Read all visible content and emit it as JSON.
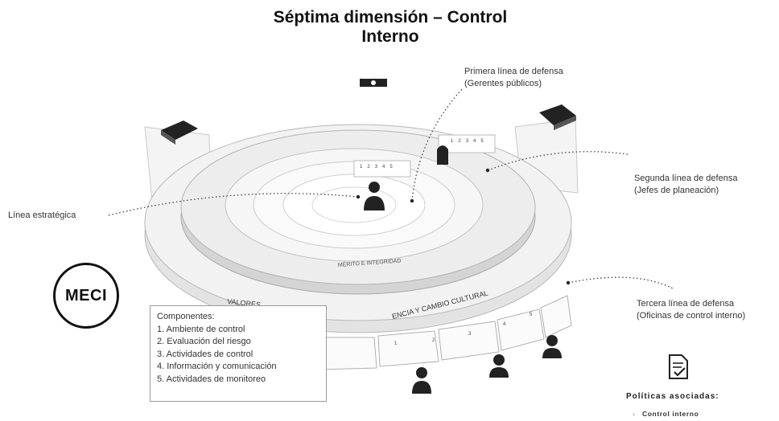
{
  "title": {
    "line1": "Séptima dimensión – Control",
    "line2": "Interno"
  },
  "lines": {
    "primera": {
      "line1": "Primera línea de defensa",
      "line2": "(Gerentes públicos)"
    },
    "segunda": {
      "line1": "Segunda línea de defensa",
      "line2": "(Jefes de planeación)"
    },
    "tercera": {
      "line1": "Tercera línea de defensa",
      "line2": "(Oficinas de control interno)"
    },
    "estrategica": "Línea estratégica"
  },
  "ring_labels": {
    "merito": "MÉRITO E INTEGRIDAD",
    "valores": "VALORES",
    "transparencia": "ENCIA Y CAMBIO CULTURAL"
  },
  "stair_numbers": [
    "1",
    "2",
    "3",
    "4",
    "5"
  ],
  "meci": "MECI",
  "components": {
    "heading": "Componentes:",
    "items": [
      "1. Ambiente de control",
      "2. Evaluación del riesgo",
      "3. Actividades de control",
      "4. Información y comunicación",
      "5. Actividades de monitoreo"
    ]
  },
  "policies": {
    "title": "Políticas asociadas:",
    "items": [
      "Control interno"
    ]
  },
  "icons": [
    "document-check-icon",
    "person-icon",
    "camera-icon",
    "door-icon"
  ]
}
